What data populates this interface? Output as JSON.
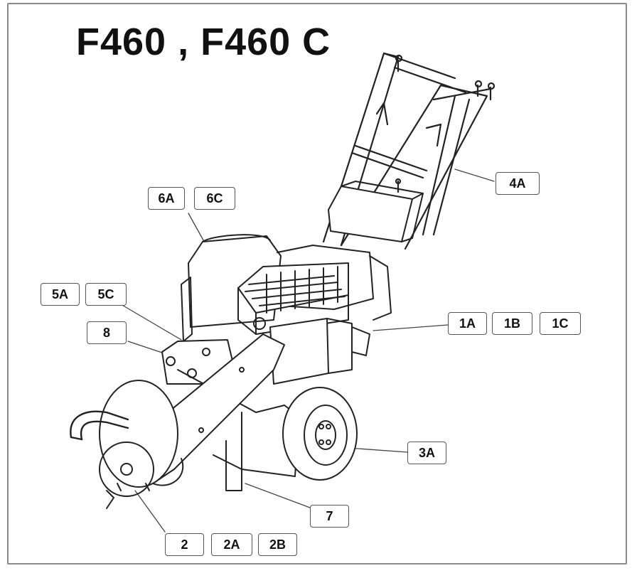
{
  "title": "F460 , F460 C",
  "labels": {
    "l6A": "6A",
    "l6C": "6C",
    "l5A": "5A",
    "l5C": "5C",
    "l8": "8",
    "l4A": "4A",
    "l1A": "1A",
    "l1B": "1B",
    "l1C": "1C",
    "l3A": "3A",
    "l7": "7",
    "l2": "2",
    "l2A": "2A",
    "l2B": "2B"
  }
}
